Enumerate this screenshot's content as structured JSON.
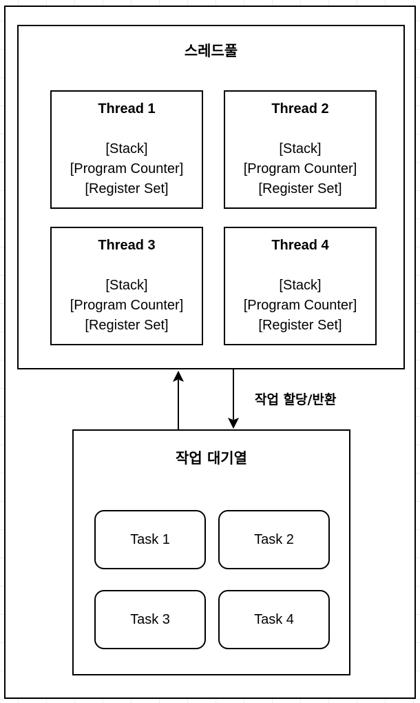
{
  "thread_pool": {
    "title": "스레드풀",
    "threads": [
      {
        "name": "Thread 1",
        "lines": [
          "[Stack]",
          "[Program Counter]",
          "[Register Set]"
        ]
      },
      {
        "name": "Thread 2",
        "lines": [
          "[Stack]",
          "[Program Counter]",
          "[Register Set]"
        ]
      },
      {
        "name": "Thread 3",
        "lines": [
          "[Stack]",
          "[Program Counter]",
          "[Register Set]"
        ]
      },
      {
        "name": "Thread 4",
        "lines": [
          "[Stack]",
          "[Program Counter]",
          "[Register Set]"
        ]
      }
    ]
  },
  "connector": {
    "label": "작업 할당/반환"
  },
  "task_queue": {
    "title": "작업 대기열",
    "tasks": [
      "Task 1",
      "Task 2",
      "Task 3",
      "Task 4"
    ]
  }
}
